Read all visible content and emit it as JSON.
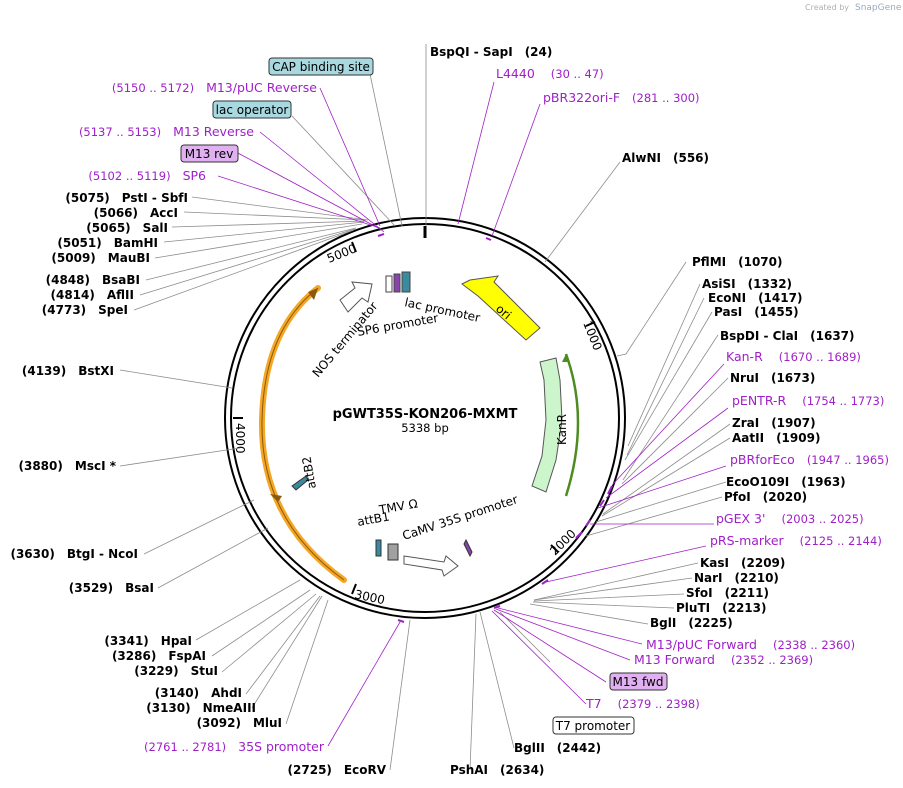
{
  "credit": {
    "prefix": "Created by",
    "brand": "SnapGene"
  },
  "plasmid": {
    "name": "pGWT35S-KON206-MXMT",
    "length": "5338 bp"
  },
  "ticks": [
    "1000",
    "2000",
    "3000",
    "4000",
    "5000"
  ],
  "enzymes": [
    {
      "name": "BspQI",
      "name2": "SapI",
      "pos": "(24)",
      "side": "right"
    },
    {
      "name": "AlwNI",
      "pos": "(556)",
      "side": "right"
    },
    {
      "name": "PflMI",
      "pos": "(1070)",
      "side": "right"
    },
    {
      "name": "AsiSI",
      "pos": "(1332)",
      "side": "right"
    },
    {
      "name": "EcoNI",
      "pos": "(1417)",
      "side": "right"
    },
    {
      "name": "PasI",
      "pos": "(1455)",
      "side": "right"
    },
    {
      "name": "BspDI",
      "name2": "ClaI",
      "pos": "(1637)",
      "side": "right"
    },
    {
      "name": "NruI",
      "pos": "(1673)",
      "side": "right"
    },
    {
      "name": "ZraI",
      "pos": "(1907)",
      "side": "right"
    },
    {
      "name": "AatII",
      "pos": "(1909)",
      "side": "right"
    },
    {
      "name": "EcoO109I",
      "pos": "(1963)",
      "side": "right"
    },
    {
      "name": "PfoI",
      "pos": "(2020)",
      "side": "right"
    },
    {
      "name": "KasI",
      "pos": "(2209)",
      "side": "right"
    },
    {
      "name": "NarI",
      "pos": "(2210)",
      "side": "right"
    },
    {
      "name": "SfoI",
      "pos": "(2211)",
      "side": "right"
    },
    {
      "name": "PluTI",
      "pos": "(2213)",
      "side": "right"
    },
    {
      "name": "BglI",
      "pos": "(2225)",
      "side": "right"
    },
    {
      "name": "BglII",
      "pos": "(2442)",
      "side": "right"
    },
    {
      "name": "PshAI",
      "pos": "(2634)",
      "side": "right"
    },
    {
      "name": "EcoRV",
      "pos": "(2725)",
      "side": "left"
    },
    {
      "name": "MluI",
      "pos": "(3092)",
      "side": "left"
    },
    {
      "name": "NmeAIII",
      "pos": "(3130)",
      "side": "left"
    },
    {
      "name": "AhdI",
      "pos": "(3140)",
      "side": "left"
    },
    {
      "name": "StuI",
      "pos": "(3229)",
      "side": "left"
    },
    {
      "name": "FspAI",
      "pos": "(3286)",
      "side": "left"
    },
    {
      "name": "HpaI",
      "pos": "(3341)",
      "side": "left"
    },
    {
      "name": "BsaI",
      "pos": "(3529)",
      "side": "left"
    },
    {
      "name": "BtgI",
      "name2": "NcoI",
      "pos": "(3630)",
      "side": "left"
    },
    {
      "name": "MscI *",
      "pos": "(3880)",
      "side": "left"
    },
    {
      "name": "BstXI",
      "pos": "(4139)",
      "side": "left"
    },
    {
      "name": "SpeI",
      "pos": "(4773)",
      "side": "left"
    },
    {
      "name": "AflII",
      "pos": "(4814)",
      "side": "left"
    },
    {
      "name": "BsaBI",
      "pos": "(4848)",
      "side": "left"
    },
    {
      "name": "MauBI",
      "pos": "(5009)",
      "side": "left"
    },
    {
      "name": "BamHI",
      "pos": "(5051)",
      "side": "left"
    },
    {
      "name": "SalI",
      "pos": "(5065)",
      "side": "left"
    },
    {
      "name": "AccI",
      "pos": "(5066)",
      "side": "left"
    },
    {
      "name": "PstI",
      "name2": "SbfI",
      "pos": "(5075)",
      "side": "left"
    }
  ],
  "primers": [
    {
      "name": "L4440",
      "pos": "(30 .. 47)",
      "side": "right"
    },
    {
      "name": "pBR322ori-F",
      "pos": "(281 .. 300)",
      "side": "right"
    },
    {
      "name": "Kan-R",
      "pos": "(1670 .. 1689)",
      "side": "right"
    },
    {
      "name": "pENTR-R",
      "pos": "(1754 .. 1773)",
      "side": "right"
    },
    {
      "name": "pBRforEco",
      "pos": "(1947 .. 1965)",
      "side": "right"
    },
    {
      "name": "pGEX 3'",
      "pos": "(2003 .. 2025)",
      "side": "right"
    },
    {
      "name": "pRS-marker",
      "pos": "(2125 .. 2144)",
      "side": "right"
    },
    {
      "name": "M13/pUC Forward",
      "pos": "(2338 .. 2360)",
      "side": "right"
    },
    {
      "name": "M13 Forward",
      "pos": "(2352 .. 2369)",
      "side": "right"
    },
    {
      "name": "T7",
      "pos": "(2379 .. 2398)",
      "side": "right"
    },
    {
      "name": "35S promoter",
      "pos": "(2761 .. 2781)",
      "side": "left"
    },
    {
      "name": "SP6",
      "pos": "(5102 .. 5119)",
      "side": "left"
    },
    {
      "name": "M13 Reverse",
      "pos": "(5137 .. 5153)",
      "side": "left"
    },
    {
      "name": "M13/pUC Reverse",
      "pos": "(5150 .. 5172)",
      "side": "left"
    }
  ],
  "boxes": [
    {
      "name": "CAP binding site",
      "fill": "#a8d8e0",
      "stroke": "#333333"
    },
    {
      "name": "lac operator",
      "fill": "#a8d8e0",
      "stroke": "#333333"
    },
    {
      "name": "M13 rev",
      "fill": "#e0b0f0",
      "stroke": "#333333"
    },
    {
      "name": "M13 fwd",
      "fill": "#e0b0f0",
      "stroke": "#333333"
    },
    {
      "name": "T7 promoter",
      "fill": "#ffffff",
      "stroke": "#333333"
    }
  ],
  "features": {
    "ori": "ori",
    "kanr": "KanR",
    "attb2": "attB2",
    "attb1": "attB1",
    "lac_promoter": "lac promoter",
    "nos_terminator": "NOS terminator",
    "sp6_promoter": "SP6 promoter",
    "tmv": "TMV Ω",
    "camv": "CaMV 35S promoter"
  },
  "colors": {
    "ori": "#ffff00",
    "kanr": "#ccf5cc",
    "orange_cds": "#f5a623",
    "green_cds": "#4c8c20",
    "backbone": "#000000",
    "primer": "#a020c8",
    "lead": "#8c8c8c"
  }
}
